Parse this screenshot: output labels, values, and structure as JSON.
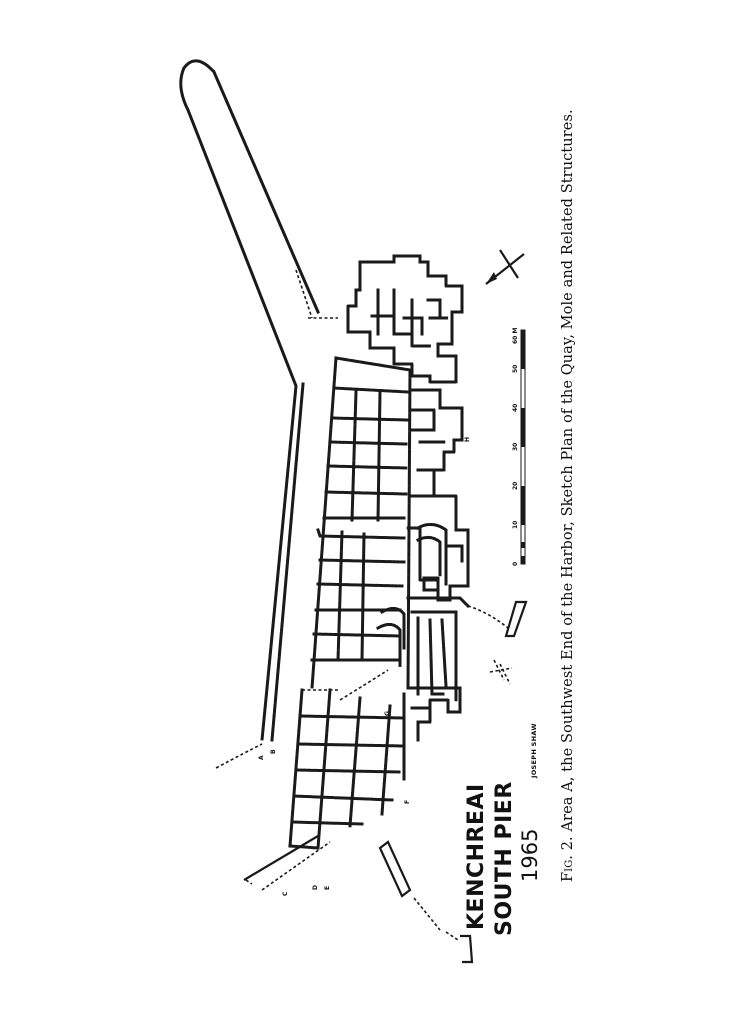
{
  "figure": {
    "title_line1": "KENCHREAI",
    "title_line2": "SOUTH PIER",
    "year": "1965",
    "credit": "JOSEPH SHAW",
    "caption_prefix": "Fig. 2.",
    "caption_text": "Area A, the Southwest End of the Harbor, Sketch Plan of the Quay, Mole and Related Structures."
  },
  "scale_bar": {
    "ticks": [
      "0",
      "10",
      "20",
      "30",
      "40",
      "50",
      "60 M"
    ]
  },
  "plan_labels": {
    "A": "A",
    "B": "B",
    "C": "C",
    "D": "D",
    "E": "E",
    "F": "F",
    "G": "G",
    "H": "H"
  },
  "colors": {
    "ink": "#1a1a1a",
    "paper": "#ffffff"
  },
  "icons": {
    "north_arrow": "north-arrow-icon"
  }
}
